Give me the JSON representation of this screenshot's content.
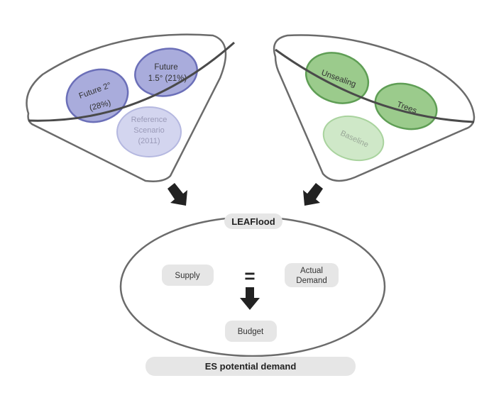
{
  "left_bowl": {
    "future_2": {
      "line1": "Future 2°",
      "line2": "(28%)"
    },
    "future_15": {
      "line1": "Future",
      "line2": "1.5° (21%)"
    },
    "reference": {
      "line1": "Reference",
      "line2": "Scenario",
      "line3": "(2011)"
    }
  },
  "right_bowl": {
    "unsealing": "Unsealing",
    "trees": "Trees",
    "baseline": "Baseline"
  },
  "model": {
    "title": "LEAFlood",
    "supply": "Supply",
    "equals": "=",
    "actual_demand": {
      "line1": "Actual",
      "line2": "Demand"
    },
    "budget": "Budget"
  },
  "output": "ES potential demand",
  "colors": {
    "blue_fill": "#a9acdc",
    "blue_stroke": "#6b6fb8",
    "blue_light_fill": "#d3d5ef",
    "green_fill": "#9bcb8c",
    "green_stroke": "#5f9e55",
    "green_light_fill": "#cfe8c8",
    "gray_box": "#e6e6e6",
    "outline": "#6b6b6b",
    "arrow": "#222222"
  }
}
